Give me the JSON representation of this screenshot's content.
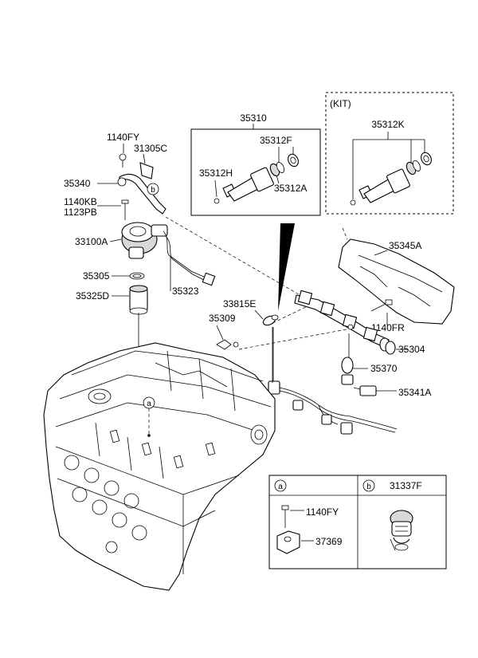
{
  "injector_box": {
    "title": "35310",
    "labels": [
      "35312F",
      "35312H",
      "35312A"
    ]
  },
  "kit_box": {
    "kit_label": "(KIT)",
    "title": "35312K"
  },
  "callouts": {
    "c1140FY_top": "1140FY",
    "c31305C": "31305C",
    "c35340": "35340",
    "c1140KB": "1140KB",
    "c1123PB": "1123PB",
    "c33100A": "33100A",
    "c35305": "35305",
    "c35325D": "35325D",
    "c35323": "35323",
    "c33815E": "33815E",
    "c35309": "35309",
    "c35345A": "35345A",
    "c1140FR": "1140FR",
    "c35304": "35304",
    "c35370": "35370",
    "c35341A": "35341A",
    "marker_a": "a",
    "marker_b": "b"
  },
  "legend": {
    "a_key": "a",
    "b_key": "b",
    "b_part": "31337F",
    "a_parts": [
      "1140FY",
      "37369"
    ]
  }
}
